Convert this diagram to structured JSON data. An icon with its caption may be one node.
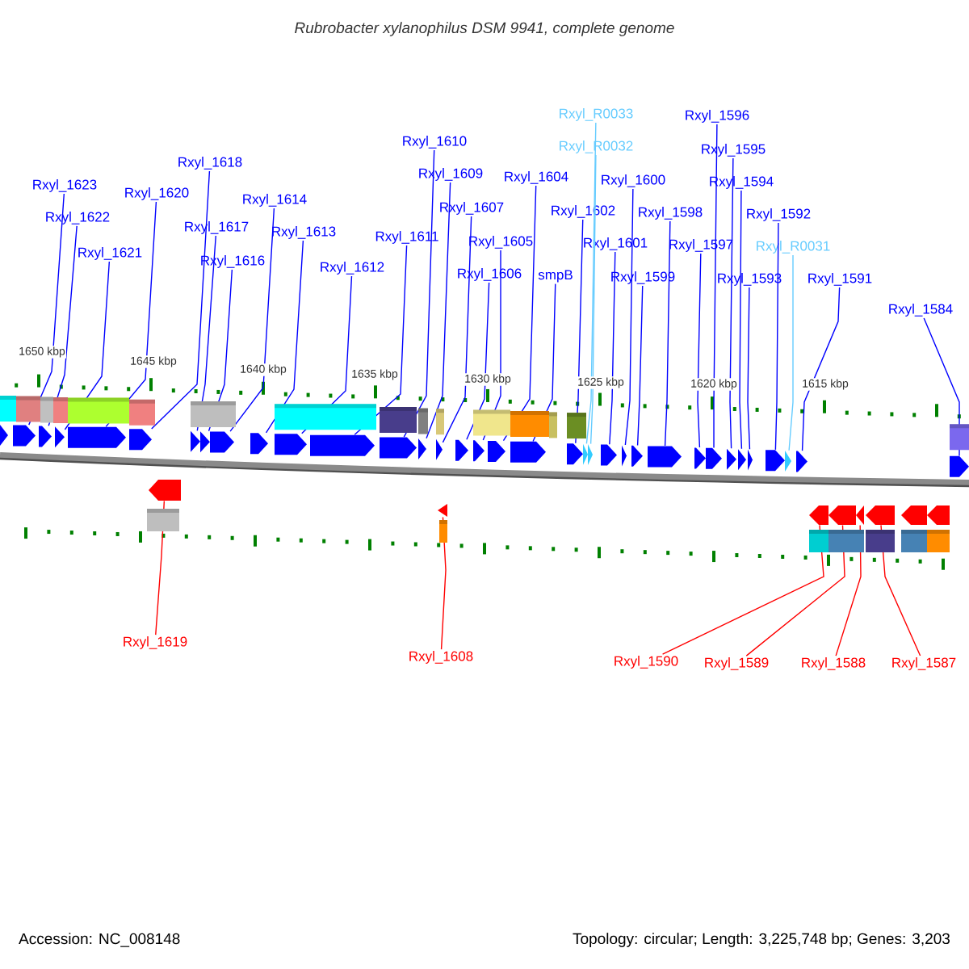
{
  "diagram": {
    "title": "Rubrobacter xylanophilus DSM 9941, complete genome",
    "nodes": [
      {
        "text": [
          "Rxyl_1623"
        ]
      },
      {
        "text": [
          "Rxyl_1622"
        ]
      },
      {
        "text": [
          "Rxyl_1621"
        ]
      },
      {
        "text": [
          "Rxyl_1620"
        ]
      },
      {
        "text": [
          "Rxyl_1618"
        ]
      },
      {
        "text": [
          "Rxyl_1617"
        ]
      },
      {
        "text": [
          "Rxyl_1616"
        ]
      },
      {
        "text": [
          "Rxyl_1614"
        ]
      },
      {
        "text": [
          "Rxyl_1613"
        ]
      },
      {
        "text": [
          "Rxyl_1612"
        ]
      },
      {
        "text": [
          "Rxyl_1611"
        ]
      },
      {
        "text": [
          "Rxyl_1610"
        ]
      },
      {
        "text": [
          "Rxyl_1609"
        ]
      },
      {
        "text": [
          "Rxyl_1607"
        ]
      },
      {
        "text": [
          "Rxyl_1605"
        ]
      },
      {
        "text": [
          "Rxyl_1606"
        ]
      },
      {
        "text": [
          "Rxyl_1604"
        ]
      },
      {
        "text": [
          "smpB"
        ]
      },
      {
        "text": [
          "Rxyl_1602"
        ]
      },
      {
        "text": [
          "Rxyl_R0033"
        ]
      },
      {
        "text": [
          "Rxyl_R0032"
        ]
      },
      {
        "text": [
          "Rxyl_1601"
        ]
      },
      {
        "text": [
          "Rxyl_1600"
        ]
      },
      {
        "text": [
          "Rxyl_1599"
        ]
      },
      {
        "text": [
          "Rxyl_1598"
        ]
      },
      {
        "text": [
          "Rxyl_1597"
        ]
      },
      {
        "text": [
          "Rxyl_1596"
        ]
      },
      {
        "text": [
          "Rxyl_1595"
        ]
      },
      {
        "text": [
          "Rxyl_1594"
        ]
      },
      {
        "text": [
          "Rxyl_1593"
        ]
      },
      {
        "text": [
          "Rxyl_1592"
        ]
      },
      {
        "text": [
          "Rxyl_R0031"
        ]
      },
      {
        "text": [
          "Rxyl_1591"
        ]
      },
      {
        "text": [
          "Rxyl_1584"
        ]
      },
      {
        "text": [
          "Rxyl_1619"
        ]
      },
      {
        "text": [
          "Rxyl_1608"
        ]
      },
      {
        "text": [
          "Rxyl_1590"
        ]
      },
      {
        "text": [
          "Rxyl_1589"
        ]
      },
      {
        "text": [
          "Rxyl_1588"
        ]
      },
      {
        "text": [
          "Rxyl_1587"
        ]
      },
      {
        "text": [],
        "shape": "arrow"
      },
      {
        "text": [],
        "shape": "arrow"
      },
      {
        "text": [],
        "shape": "arrow"
      },
      {
        "text": [],
        "shape": "arrow"
      },
      {
        "text": [],
        "shape": "arrow"
      },
      {
        "text": [],
        "shape": "arrow"
      },
      {
        "text": [],
        "shape": "arrow"
      },
      {
        "text": [],
        "shape": "arrow"
      },
      {
        "text": [],
        "shape": "arrow"
      },
      {
        "text": [],
        "shape": "arrow"
      },
      {
        "text": [],
        "shape": "arrow"
      },
      {
        "text": [],
        "shape": "arrow"
      },
      {
        "text": [],
        "shape": "arrow"
      },
      {
        "text": [],
        "shape": "arrow"
      },
      {
        "text": [],
        "shape": "arrow"
      },
      {
        "text": [],
        "shape": "arrow"
      },
      {
        "text": [],
        "shape": "arrow"
      },
      {
        "text": [],
        "shape": "arrow"
      },
      {
        "text": [],
        "shape": "arrow"
      },
      {
        "text": [],
        "shape": "arrow"
      },
      {
        "text": [],
        "shape": "arrow"
      },
      {
        "text": [],
        "shape": "arrow"
      },
      {
        "text": [],
        "shape": "arrow"
      },
      {
        "text": [],
        "shape": "arrow"
      },
      {
        "text": [],
        "shape": "arrow"
      },
      {
        "text": [],
        "shape": "arrow"
      },
      {
        "text": [],
        "shape": "arrow"
      },
      {
        "text": [],
        "shape": "arrow"
      },
      {
        "text": [],
        "shape": "arrow"
      },
      {
        "text": [],
        "shape": "arrow"
      },
      {
        "text": [],
        "shape": "arrow"
      },
      {
        "text": [],
        "shape": "arrow"
      },
      {
        "text": [],
        "shape": "arrow"
      },
      {
        "text": [],
        "shape": "arrow"
      },
      {
        "text": [],
        "shape": "arrow"
      },
      {
        "text": [],
        "shape": "arrow"
      },
      {
        "text": [],
        "shape": "arrow"
      },
      {
        "text": [],
        "shape": "arrow"
      },
      {
        "text": [],
        "shape": "arrow"
      },
      {
        "text": [],
        "shape": "arrow"
      },
      {
        "text": [],
        "shape": "arrow"
      },
      {
        "text": [],
        "shape": "arrow"
      },
      {
        "text": [],
        "shape": "arrow"
      }
    ],
    "edges": [
      {
        "from": 0,
        "to": 41,
        "arrow": "none"
      },
      {
        "from": 1,
        "to": 42,
        "arrow": "none"
      },
      {
        "from": 2,
        "to": 43,
        "arrow": "none"
      },
      {
        "from": 3,
        "to": 44,
        "arrow": "none"
      },
      {
        "from": 4,
        "to": 45,
        "arrow": "none"
      },
      {
        "from": 5,
        "to": 46,
        "arrow": "none"
      },
      {
        "from": 6,
        "to": 47,
        "arrow": "none"
      },
      {
        "from": 7,
        "to": 48,
        "arrow": "none"
      },
      {
        "from": 8,
        "to": 49,
        "arrow": "none"
      },
      {
        "from": 9,
        "to": 50,
        "arrow": "none"
      },
      {
        "from": 10,
        "to": 51,
        "arrow": "none"
      },
      {
        "from": 11,
        "to": 52,
        "arrow": "none"
      },
      {
        "from": 12,
        "to": 53,
        "arrow": "none"
      },
      {
        "from": 13,
        "to": 54,
        "arrow": "none"
      },
      {
        "from": 14,
        "to": 56,
        "arrow": "none"
      },
      {
        "from": 15,
        "to": 55,
        "arrow": "none"
      },
      {
        "from": 16,
        "to": 57,
        "arrow": "none"
      },
      {
        "from": 17,
        "to": 58,
        "arrow": "none"
      },
      {
        "from": 18,
        "to": 59,
        "arrow": "none"
      },
      {
        "from": 19,
        "to": 60,
        "arrow": "none",
        "color": "#66ccff"
      },
      {
        "from": 20,
        "to": 61,
        "arrow": "none",
        "color": "#66ccff"
      },
      {
        "from": 21,
        "to": 62,
        "arrow": "none"
      },
      {
        "from": 22,
        "to": 63,
        "arrow": "none"
      },
      {
        "from": 23,
        "to": 64,
        "arrow": "none"
      },
      {
        "from": 24,
        "to": 65,
        "arrow": "none"
      },
      {
        "from": 25,
        "to": 66,
        "arrow": "none"
      },
      {
        "from": 26,
        "to": 67,
        "arrow": "none"
      },
      {
        "from": 27,
        "to": 68,
        "arrow": "none"
      },
      {
        "from": 28,
        "to": 69,
        "arrow": "none"
      },
      {
        "from": 29,
        "to": 70,
        "arrow": "none"
      },
      {
        "from": 30,
        "to": 71,
        "arrow": "none"
      },
      {
        "from": 31,
        "to": 72,
        "arrow": "none",
        "color": "#66ccff"
      },
      {
        "from": 32,
        "to": 73,
        "arrow": "none"
      },
      {
        "from": 33,
        "to": 74,
        "arrow": "none"
      },
      {
        "from": 34,
        "to": 75,
        "arrow": "none",
        "color": "#ff0000"
      },
      {
        "from": 35,
        "to": 76,
        "arrow": "none",
        "color": "#ff0000"
      },
      {
        "from": 36,
        "to": 77,
        "arrow": "none",
        "color": "#ff0000"
      },
      {
        "from": 37,
        "to": 78,
        "arrow": "none",
        "color": "#ff0000"
      },
      {
        "from": 38,
        "to": 79,
        "arrow": "none",
        "color": "#ff0000"
      },
      {
        "from": 39,
        "to": 80,
        "arrow": "none",
        "color": "#ff0000"
      }
    ],
    "labels": [
      "1650 kbp",
      "1645 kbp",
      "1640 kbp",
      "1635 kbp",
      "1630 kbp",
      "1625 kbp",
      "1620 kbp",
      "1615 kbp",
      "Accession: NC_008148",
      "Topology: circular; Length: 3,225,748 bp; Genes: 3,203"
    ]
  }
}
